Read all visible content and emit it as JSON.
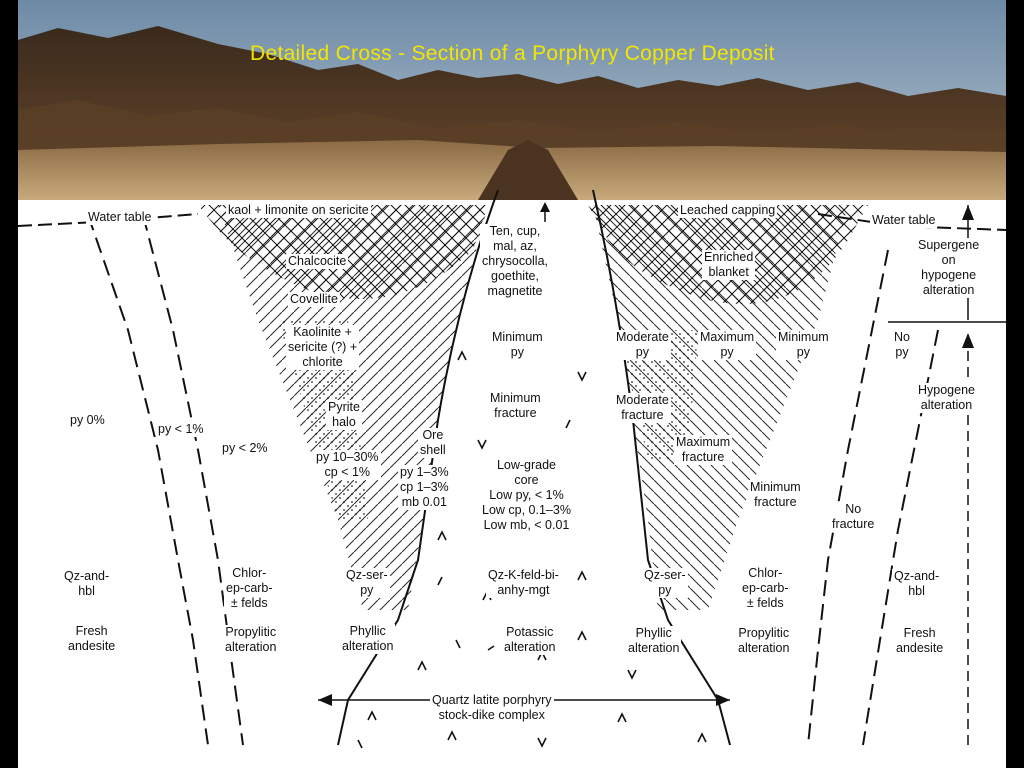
{
  "title": "Detailed Cross - Section of a Porphyry Copper Deposit",
  "colors": {
    "title": "#f2e600",
    "ink": "#111111",
    "background": "#ffffff"
  },
  "labels": {
    "water_table_left": "Water table",
    "kaol_limonite": "kaol + limonite on sericite",
    "chalcocite": "Chalcocite",
    "covellite": "Covellite",
    "kaolinite": "Kaolinite +\nsericite (?) +\nchlorite",
    "pyrite_halo": "Pyrite\nhalo",
    "py_10_30": "py 10–30%\ncp < 1%",
    "ore_shell": "Ore\nshell",
    "ore_shell_values": "py 1–3%\ncp 1–3%\nmb 0.01",
    "py_0": "py 0%",
    "py_lt1": "py < 1%",
    "py_lt2": "py < 2%",
    "qz_hbl_left": "Qz-and-\nhbl",
    "fresh_left": "Fresh\nandesite",
    "chlor_left": "Chlor-\nep-carb-\n± felds",
    "propylitic_left": "Propylitic\nalteration",
    "qz_ser_left": "Qz-ser-\npy",
    "phyllic_left": "Phyllic\nalteration",
    "ten_cup": "Ten, cup,\nmal, az,\nchrysocolla,\ngoethite,\nmagnetite",
    "minimum_py": "Minimum\npy",
    "minimum_fracture_center": "Minimum\nfracture",
    "low_grade_core": "Low-grade\ncore\nLow py, < 1%\nLow cp, 0.1–3%\nLow mb, < 0.01",
    "qz_k_feld": "Qz-K-feld-bi-\nanhy-mgt",
    "potassic": "Potassic\nalteration",
    "quartz_latite": "Quartz latite porphyry\nstock-dike complex",
    "leached_capping": "Leached capping",
    "enriched_blanket": "Enriched\nblanket",
    "moderate_py": "Moderate\npy",
    "maximum_py": "Maximum\npy",
    "minimum_py_right": "Minimum\npy",
    "moderate_fracture": "Moderate\nfracture",
    "maximum_fracture": "Maximum\nfracture",
    "minimum_fracture_right": "Minimum\nfracture",
    "no_fracture": "No\nfracture",
    "qz_ser_right": "Qz-ser-\npy",
    "phyllic_right": "Phyllic\nalteration",
    "chlor_right": "Chlor-\nep-carb-\n± felds",
    "propylitic_right": "Propylitic\nalteration",
    "qz_hbl_right": "Qz-and-\nhbl",
    "fresh_right": "Fresh\nandesite",
    "water_table_right": "Water table",
    "supergene": "Supergene\non\nhypogene\nalteration",
    "no_py": "No\npy",
    "hypogene": "Hypogene\nalteration"
  }
}
